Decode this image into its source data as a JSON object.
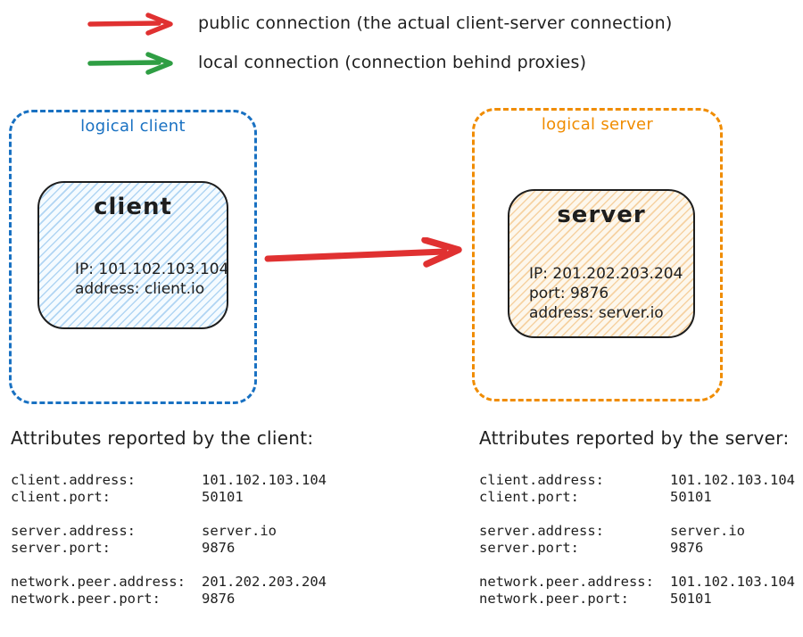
{
  "palette": {
    "red": "#e03131",
    "green": "#2f9e44",
    "blue": "#1971c2",
    "orange": "#f08c00",
    "ink": "#1e1e1e",
    "client_fill": "#a5d8ff",
    "server_fill": "#ffd8a8"
  },
  "legend": {
    "items": [
      {
        "name": "public-connection",
        "color": "#e03131",
        "label": "public connection (the actual client-server connection)"
      },
      {
        "name": "local-connection",
        "color": "#2f9e44",
        "label": "local connection (connection behind proxies)"
      }
    ]
  },
  "diagram": {
    "connection_color": "#e03131",
    "logical_client": {
      "label": "logical client",
      "accent": "#1971c2",
      "node": {
        "title": "client",
        "lines": [
          "IP: 101.102.103.104",
          "address: client.io"
        ]
      }
    },
    "logical_server": {
      "label": "logical server",
      "accent": "#f08c00",
      "node": {
        "title": "server",
        "lines": [
          "IP: 201.202.203.204",
          "port: 9876",
          "address: server.io"
        ]
      }
    }
  },
  "attributes": {
    "client": {
      "title": "Attributes reported by the client:",
      "groups": [
        [
          {
            "key": "client.address:",
            "value": "101.102.103.104"
          },
          {
            "key": "client.port:",
            "value": "50101"
          }
        ],
        [
          {
            "key": "server.address:",
            "value": "server.io"
          },
          {
            "key": "server.port:",
            "value": "9876"
          }
        ],
        [
          {
            "key": "network.peer.address:",
            "value": "201.202.203.204"
          },
          {
            "key": "network.peer.port:",
            "value": "9876"
          }
        ]
      ]
    },
    "server": {
      "title": "Attributes reported by the server:",
      "groups": [
        [
          {
            "key": "client.address:",
            "value": "101.102.103.104"
          },
          {
            "key": "client.port:",
            "value": "50101"
          }
        ],
        [
          {
            "key": "server.address:",
            "value": "server.io"
          },
          {
            "key": "server.port:",
            "value": "9876"
          }
        ],
        [
          {
            "key": "network.peer.address:",
            "value": "101.102.103.104"
          },
          {
            "key": "network.peer.port:",
            "value": "50101"
          }
        ]
      ]
    }
  }
}
